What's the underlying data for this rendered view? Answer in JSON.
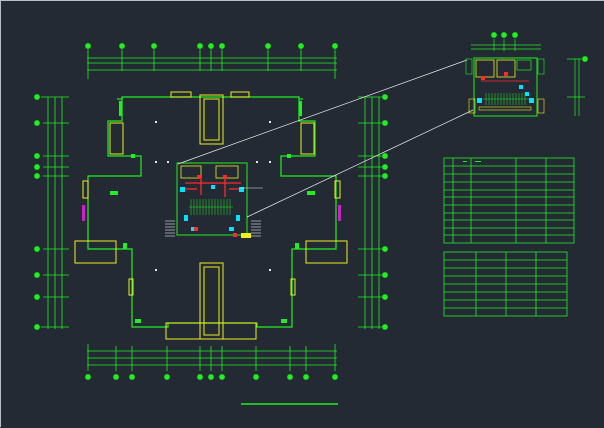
{
  "drawing": {
    "colors": {
      "background": "#232a34",
      "frame": "#b9bfc6",
      "wall": "#22ee22",
      "column": "#eeee22",
      "stair": "#00e5ff",
      "pipe": "#ff2a2a",
      "door": "#cc22cc",
      "leader": "#e8e8e8"
    },
    "axis_bubbles": {
      "top": [
        "",
        "",
        "",
        "",
        "",
        "",
        "",
        "",
        ""
      ],
      "bottom": [
        "",
        "",
        "",
        "",
        "",
        "",
        "",
        "",
        "",
        "",
        ""
      ],
      "left": [
        "",
        "",
        "",
        "",
        "",
        "",
        "",
        "",
        "",
        ""
      ],
      "right": [
        "",
        "",
        "",
        "",
        "",
        "",
        "",
        "",
        "",
        ""
      ],
      "detail_top": [
        "",
        "",
        ""
      ]
    },
    "tables": {
      "schedule_a": {
        "rows": 11,
        "columns": 5
      },
      "schedule_b": {
        "rows": 8,
        "columns": 4
      }
    }
  }
}
